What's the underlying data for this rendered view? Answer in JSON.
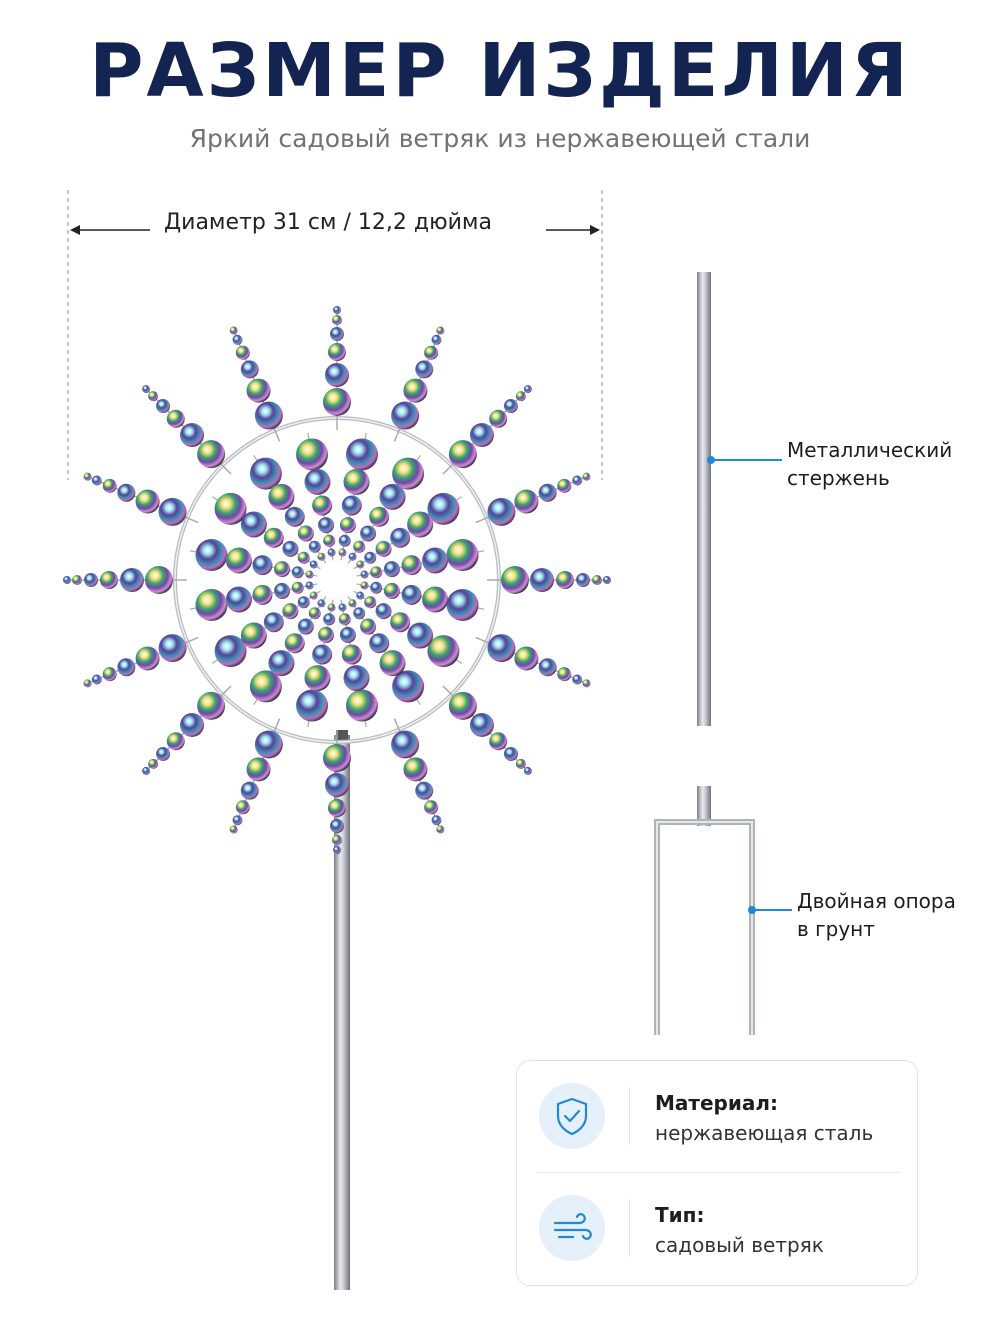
{
  "title": "РАЗМЕР ИЗДЕЛИЯ",
  "subtitle": "Яркий садовый ветряк из нержавеющей стали",
  "dimension": "Диаметр 31 см / 12,2 дюйма",
  "callouts": {
    "rod": [
      "Металлический",
      "стержень"
    ],
    "stake": [
      "Двойная опора",
      "в грунт"
    ]
  },
  "specs": [
    {
      "icon": "shield-check-icon",
      "label": "Материал:",
      "value": "нержавеющая сталь"
    },
    {
      "icon": "wind-icon",
      "label": "Тип:",
      "value": "садовый ветряк"
    }
  ],
  "colors": {
    "title": "#142452",
    "accent": "#1f8ad6",
    "icon_bg": "#e6f0fa"
  }
}
